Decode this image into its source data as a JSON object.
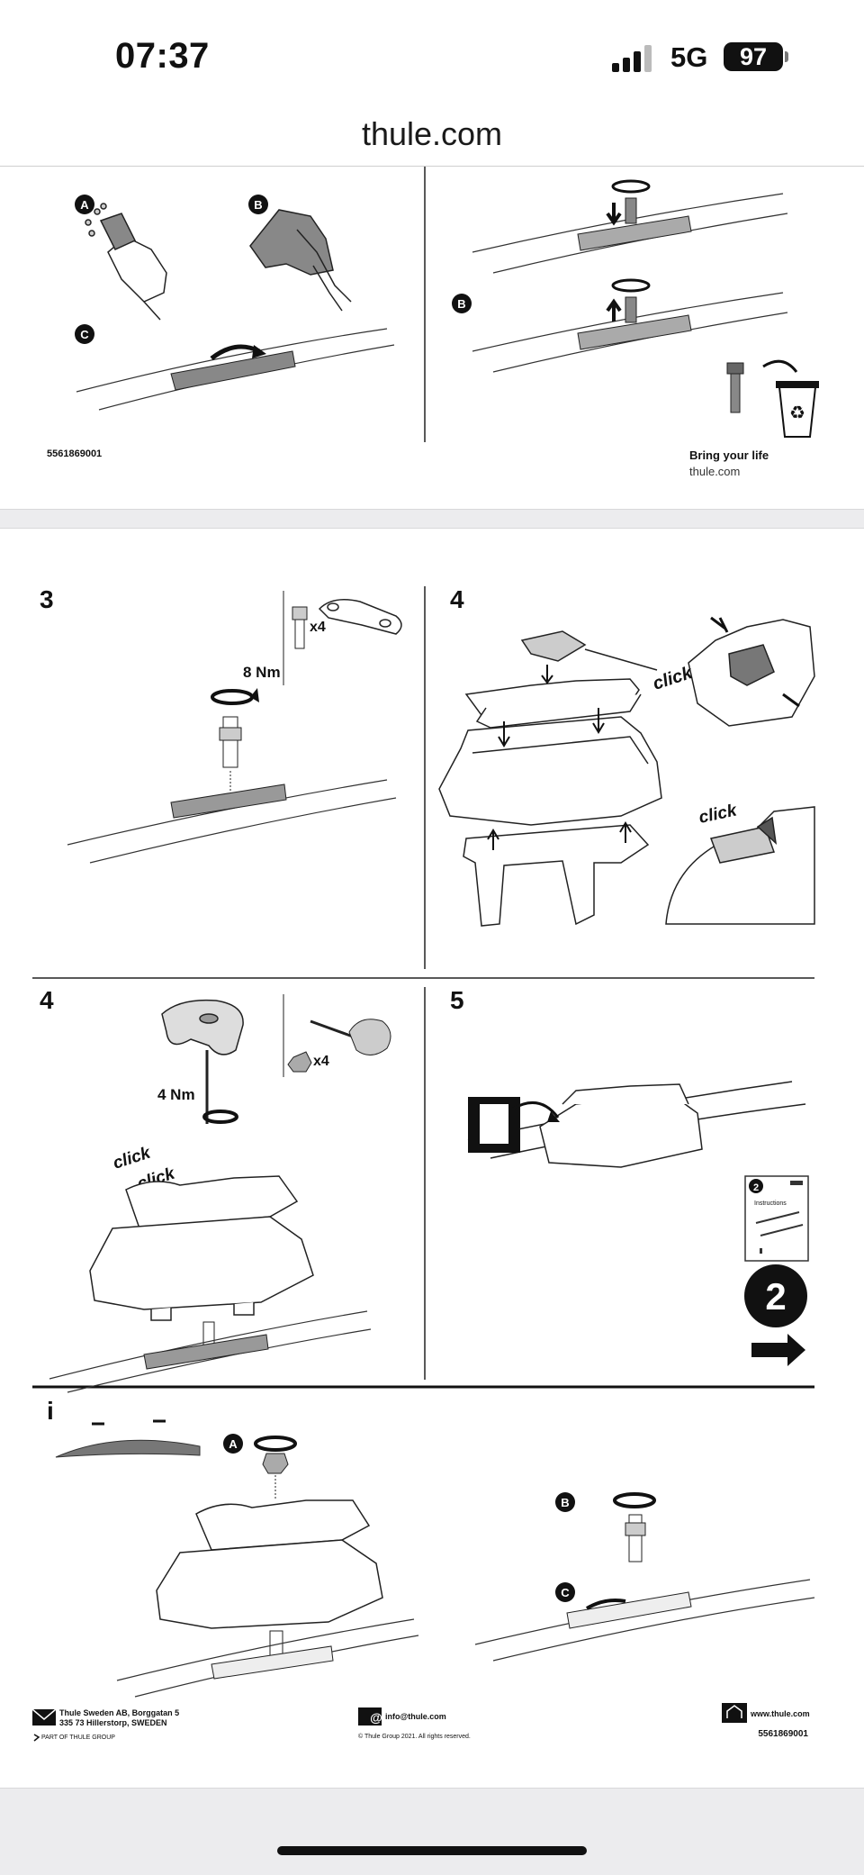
{
  "status_bar": {
    "time": "07:37",
    "network": "5G",
    "battery": "97"
  },
  "browser": {
    "url": "thule.com"
  },
  "page1": {
    "labels": {
      "a": "A",
      "b": "B",
      "c": "C"
    },
    "doc_number": "5561869001",
    "slogan": "Bring your life",
    "site": "thule.com"
  },
  "page2": {
    "step3": {
      "number": "3",
      "torque": "8 Nm",
      "qty": "x4"
    },
    "step4a": {
      "number": "4",
      "click1": "click",
      "click2": "click"
    },
    "step4b": {
      "number": "4",
      "torque": "4 Nm",
      "qty": "x4",
      "click1": "click",
      "click2": "click"
    },
    "step5": {
      "number": "5",
      "booklet_num": "2",
      "booklet_label": "Instructions",
      "next_step": "2"
    },
    "info": {
      "icon": "i",
      "a": "A",
      "b": "B",
      "c": "C"
    },
    "footer": {
      "address_line1": "Thule Sweden AB, Borggatan 5",
      "address_line2": "335 73 Hillerstorp, SWEDEN",
      "part_of": "PART OF THULE GROUP",
      "email": "info@thule.com",
      "copyright": "© Thule Group 2021. All rights reserved.",
      "website": "www.thule.com",
      "doc_number": "5561869001"
    }
  },
  "icons": [
    "signal-icon",
    "battery-icon",
    "mail-icon",
    "at-icon",
    "home-icon",
    "recycle-bin-icon",
    "arrow-right-icon"
  ]
}
